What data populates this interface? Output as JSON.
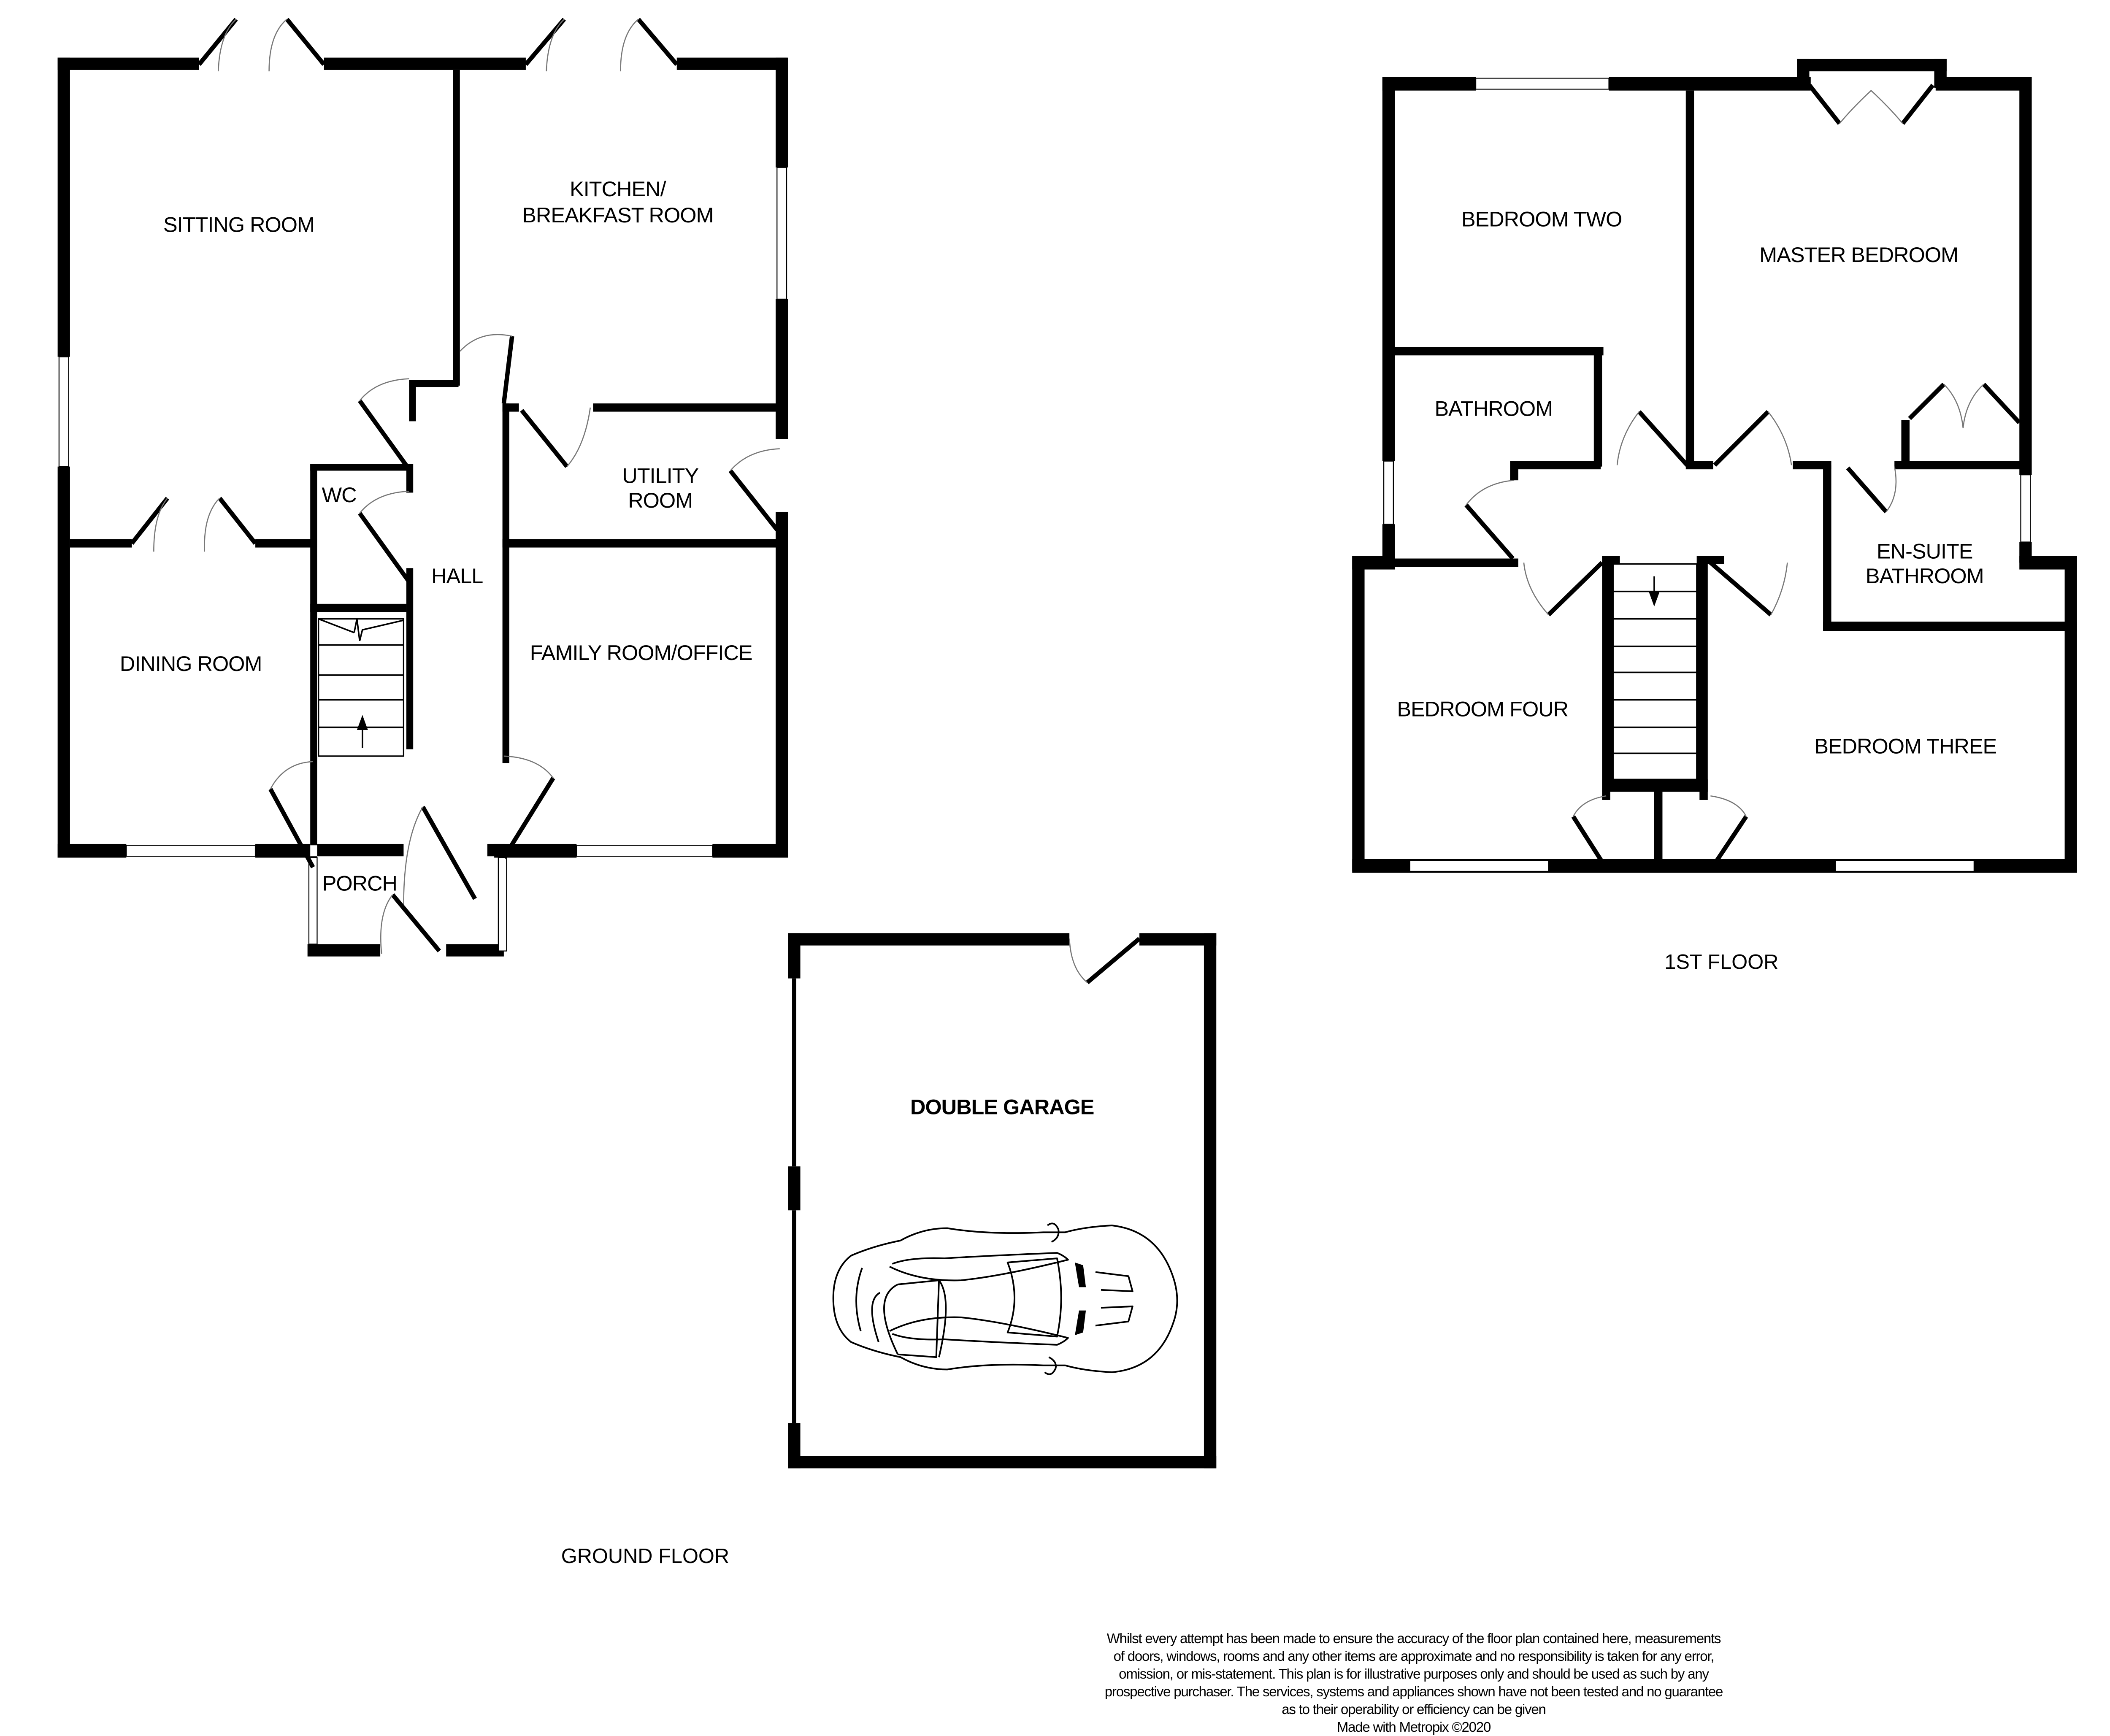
{
  "ground_floor": {
    "label": "GROUND FLOOR",
    "rooms": {
      "sitting_room": "SITTING ROOM",
      "kitchen_line1": "KITCHEN/",
      "kitchen_line2": "BREAKFAST ROOM",
      "wc": "WC",
      "hall": "HALL",
      "utility_line1": "UTILITY",
      "utility_line2": "ROOM",
      "dining_room": "DINING ROOM",
      "family_room": "FAMILY ROOM/OFFICE",
      "porch": "PORCH"
    }
  },
  "garage": {
    "label": "DOUBLE GARAGE"
  },
  "first_floor": {
    "label": "1ST FLOOR",
    "rooms": {
      "bedroom_two": "BEDROOM TWO",
      "master_bedroom": "MASTER BEDROOM",
      "bathroom": "BATHROOM",
      "ensuite_line1": "EN-SUITE",
      "ensuite_line2": "BATHROOM",
      "bedroom_four": "BEDROOM FOUR",
      "bedroom_three": "BEDROOM THREE"
    }
  },
  "disclaimer": {
    "lines": [
      "Whilst every attempt has been made to ensure the accuracy of the floor plan contained here, measurements",
      "of doors, windows, rooms and any other items are approximate and no responsibility is taken for any error,",
      "omission, or mis-statement. This plan is for illustrative purposes only and should be used as such by any",
      "prospective purchaser. The services, systems and appliances shown have not been tested and no guarantee",
      "as to their operability or efficiency can be given",
      "Made with Metropix ©2020"
    ]
  },
  "icons": {
    "stairs_up_arrow": "arrow-up",
    "stairs_down_arrow": "arrow-down",
    "car": "car-top-view"
  }
}
